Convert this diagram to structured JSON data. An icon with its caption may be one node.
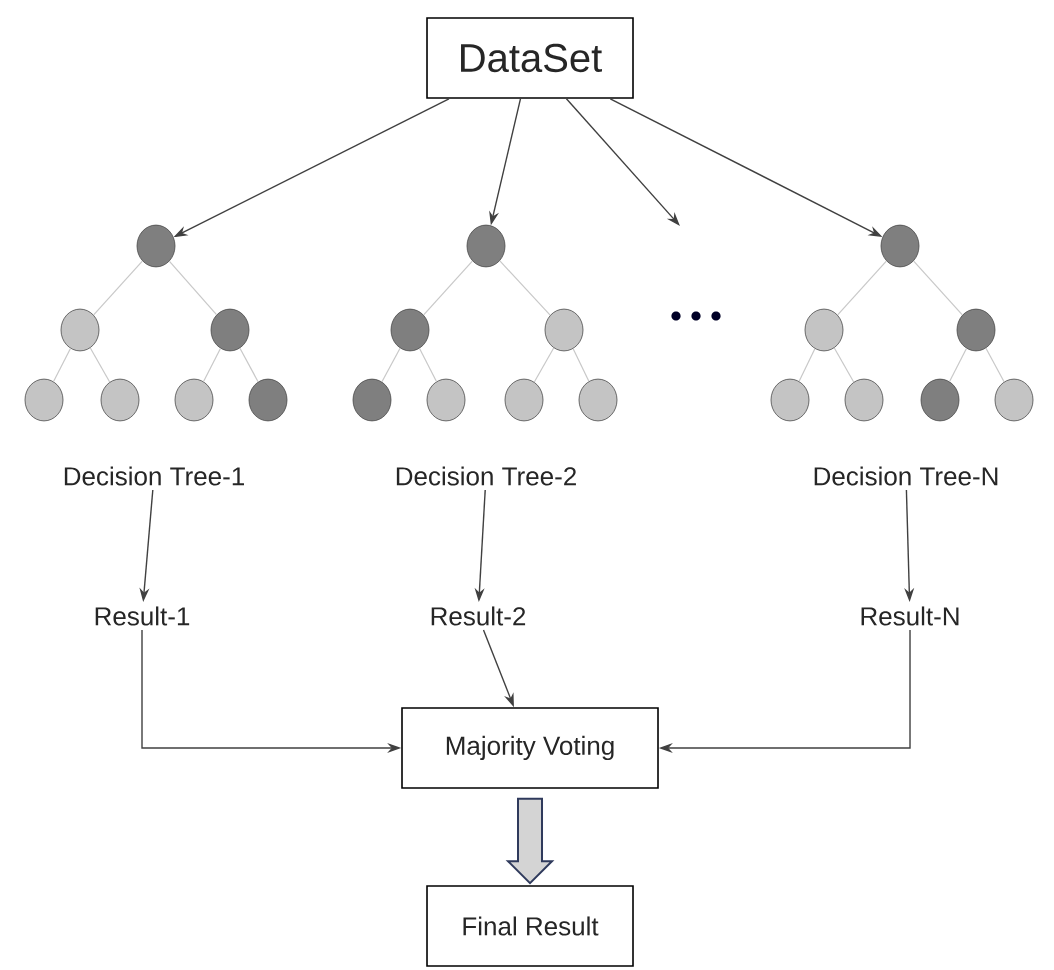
{
  "diagram": {
    "nodes": [
      {
        "text": [
          "DataSet"
        ]
      },
      {
        "text": [],
        "shape": "circle"
      },
      {
        "text": [],
        "shape": "circle"
      },
      {
        "text": [],
        "shape": "circle"
      },
      {
        "text": [],
        "shape": "circle"
      },
      {
        "text": [],
        "shape": "circle"
      },
      {
        "text": [],
        "shape": "circle"
      },
      {
        "text": [],
        "shape": "circle"
      },
      {
        "text": [],
        "shape": "circle"
      },
      {
        "text": [],
        "shape": "circle"
      },
      {
        "text": [],
        "shape": "circle"
      },
      {
        "text": [],
        "shape": "circle"
      },
      {
        "text": [],
        "shape": "circle"
      },
      {
        "text": [],
        "shape": "circle"
      },
      {
        "text": [],
        "shape": "circle"
      },
      {
        "text": [],
        "shape": "circle"
      },
      {
        "text": [],
        "shape": "circle"
      },
      {
        "text": [],
        "shape": "circle"
      },
      {
        "text": [],
        "shape": "circle"
      },
      {
        "text": [],
        "shape": "circle"
      },
      {
        "text": [],
        "shape": "circle"
      },
      {
        "text": [],
        "shape": "circle"
      },
      {
        "text": [
          "Decision Tree-1"
        ]
      },
      {
        "text": [
          "Decision Tree-2"
        ]
      },
      {
        "text": [
          "Decision Tree-N"
        ]
      },
      {
        "text": [
          "Result-1"
        ]
      },
      {
        "text": [
          "Result-2"
        ]
      },
      {
        "text": [
          "Result-N"
        ]
      },
      {
        "text": [
          "Majority Voting"
        ]
      },
      {
        "text": [
          "Final Result"
        ]
      }
    ],
    "edges": [
      {
        "from": 0,
        "to": 1,
        "arrow": "to",
        "color": "#404040"
      },
      {
        "from": 0,
        "to": 8,
        "arrow": "to",
        "color": "#404040"
      },
      {
        "from": 0,
        "to": null,
        "arrow": "to",
        "color": "#404040"
      },
      {
        "from": 0,
        "to": 15,
        "arrow": "to",
        "color": "#404040"
      },
      {
        "from": 1,
        "to": 2,
        "arrow": "none"
      },
      {
        "from": 1,
        "to": 3,
        "arrow": "none"
      },
      {
        "from": 2,
        "to": 4,
        "arrow": "none"
      },
      {
        "from": 2,
        "to": 5,
        "arrow": "none"
      },
      {
        "from": 3,
        "to": 6,
        "arrow": "none"
      },
      {
        "from": 3,
        "to": 7,
        "arrow": "none"
      },
      {
        "from": 8,
        "to": 9,
        "arrow": "none"
      },
      {
        "from": 8,
        "to": 10,
        "arrow": "none"
      },
      {
        "from": 9,
        "to": 11,
        "arrow": "none"
      },
      {
        "from": 9,
        "to": 12,
        "arrow": "none"
      },
      {
        "from": 10,
        "to": 13,
        "arrow": "none"
      },
      {
        "from": 10,
        "to": 14,
        "arrow": "none"
      },
      {
        "from": 15,
        "to": 16,
        "arrow": "none"
      },
      {
        "from": 15,
        "to": 17,
        "arrow": "none"
      },
      {
        "from": 16,
        "to": 18,
        "arrow": "none"
      },
      {
        "from": 16,
        "to": 19,
        "arrow": "none"
      },
      {
        "from": 17,
        "to": 20,
        "arrow": "none"
      },
      {
        "from": 17,
        "to": 21,
        "arrow": "none"
      },
      {
        "from": 22,
        "to": 25,
        "arrow": "to",
        "color": "#404040"
      },
      {
        "from": 23,
        "to": 26,
        "arrow": "to",
        "color": "#404040"
      },
      {
        "from": 24,
        "to": 27,
        "arrow": "to",
        "color": "#404040"
      },
      {
        "from": 25,
        "to": 28,
        "arrow": "to",
        "color": "#404040"
      },
      {
        "from": 26,
        "to": 28,
        "arrow": "to",
        "color": "#404040"
      },
      {
        "from": 27,
        "to": 28,
        "arrow": "to",
        "color": "#404040"
      },
      {
        "from": 28,
        "to": 29,
        "arrow": "to",
        "style": "thick",
        "color": "#2f3a5c"
      }
    ]
  }
}
